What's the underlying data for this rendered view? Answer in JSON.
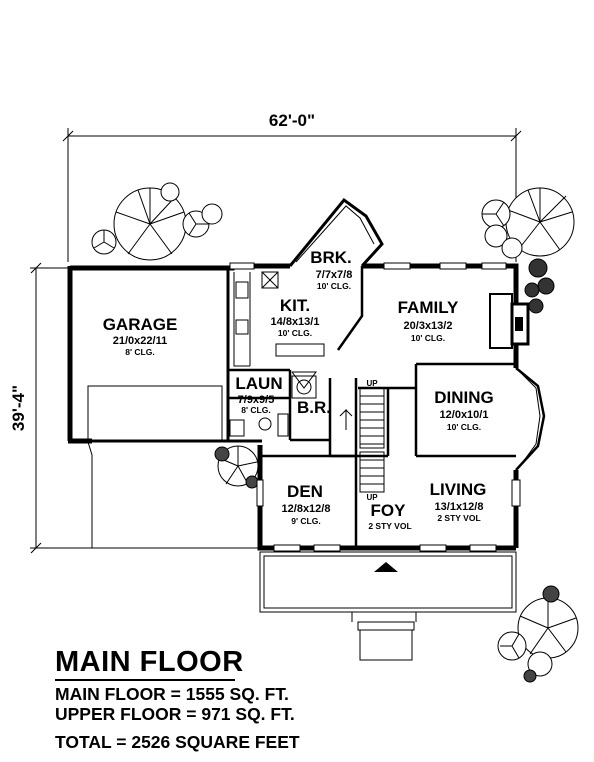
{
  "dimensions": {
    "width_label": "62'-0\"",
    "depth_label": "39'-4\""
  },
  "rooms": {
    "garage": {
      "name": "GARAGE",
      "dim": "21/0x22/11",
      "clg": "8' CLG."
    },
    "brk": {
      "name": "BRK.",
      "dim": "7/7x7/8",
      "clg": "10' CLG."
    },
    "kit": {
      "name": "KIT.",
      "dim": "14/8x13/1",
      "clg": "10' CLG."
    },
    "family": {
      "name": "FAMILY",
      "dim": "20/3x13/2",
      "clg": "10' CLG."
    },
    "laun": {
      "name": "LAUN",
      "dim": "7/9x9/5",
      "clg": "8' CLG."
    },
    "br": {
      "name": "B.R."
    },
    "dining": {
      "name": "DINING",
      "dim": "12/0x10/1",
      "clg": "10' CLG."
    },
    "den": {
      "name": "DEN",
      "dim": "12/8x12/8",
      "clg": "9' CLG."
    },
    "foy": {
      "name": "FOY",
      "clg": "2 STY VOL"
    },
    "living": {
      "name": "LIVING",
      "dim": "13/1x12/8",
      "clg": "2 STY VOL"
    }
  },
  "stair_labels": {
    "up1": "UP",
    "up2": "UP"
  },
  "legend": {
    "title": "MAIN FLOOR",
    "main_floor": "MAIN FLOOR = 1555 SQ. FT.",
    "upper_floor": "UPPER FLOOR = 971 SQ. FT.",
    "total": "TOTAL = 2526 SQUARE FEET"
  }
}
